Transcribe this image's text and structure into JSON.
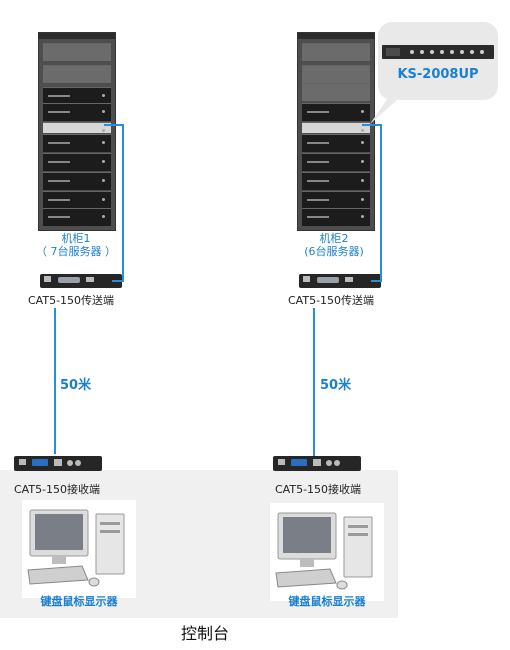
{
  "rack1": {
    "name": "机柜1",
    "servers": "（ 7台服务器 ）"
  },
  "rack2": {
    "name": "机柜2",
    "servers": "(6台服务器)"
  },
  "transmitter1": {
    "label": "CAT5-150传送端"
  },
  "transmitter2": {
    "label": "CAT5-150传送端"
  },
  "distance1": "50米",
  "distance2": "50米",
  "receiver1": {
    "label": "CAT5-150接收端",
    "station": "键盘鼠标显示器"
  },
  "receiver2": {
    "label": "CAT5-150接收端",
    "station": "键盘鼠标显示器"
  },
  "kvm": {
    "model": "KS-2008UP"
  },
  "console": {
    "title": "控制台"
  },
  "colors": {
    "accent": "#1a7fd0",
    "wire": "#2a8ddc",
    "rack": "#4e4e4e"
  }
}
